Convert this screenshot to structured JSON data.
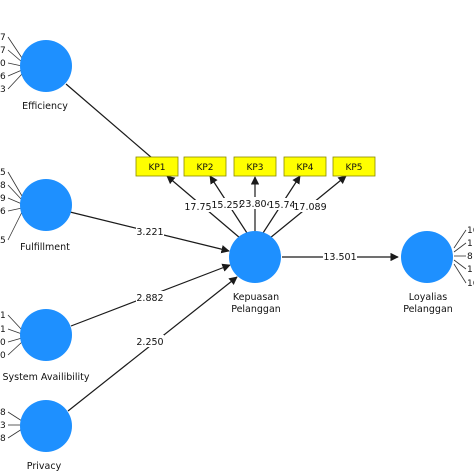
{
  "colors": {
    "construct": "#1e90ff",
    "indicator_box": "#ffff00",
    "indicator_border": "#8a8a00",
    "edge": "#1a1a1a"
  },
  "icons": {
    "construct": "circle-node-icon",
    "indicator": "rectangle-indicator-icon"
  },
  "constructs": {
    "efficiency": {
      "label": "Efficiency"
    },
    "fulfillment": {
      "label": "Fulfillment"
    },
    "system_availability": {
      "label": "System Availibility"
    },
    "privacy": {
      "label": "Privacy"
    },
    "kepuasan": {
      "label_line1": "Kepuasan",
      "label_line2": "Pelanggan"
    },
    "loyalitas": {
      "label_line1": "Loyalias",
      "label_line2": "Pelanggan"
    }
  },
  "indicators": {
    "kp": [
      {
        "label": "KP1"
      },
      {
        "label": "KP2"
      },
      {
        "label": "KP3"
      },
      {
        "label": "KP4"
      },
      {
        "label": "KP5"
      }
    ],
    "efficiency_partial": [
      "7",
      "7",
      "0",
      "6",
      "3"
    ],
    "fulfillment_partial": [
      "5",
      "8",
      "9",
      "6",
      "5"
    ],
    "system_partial": [
      "1",
      "1",
      "0",
      "0"
    ],
    "privacy_partial": [
      "8",
      "3",
      "8"
    ],
    "loyalitas_partial": [
      "16",
      "1!",
      "8",
      "1!",
      "16"
    ]
  },
  "paths": {
    "fulfillment_kepuasan": "3.221",
    "system_kepuasan": "2.882",
    "privacy_kepuasan": "2.250",
    "kepuasan_loyalitas": "13.501"
  },
  "loadings": [
    "17.752",
    "15.255",
    "23.804",
    "15.749",
    "17.089"
  ]
}
